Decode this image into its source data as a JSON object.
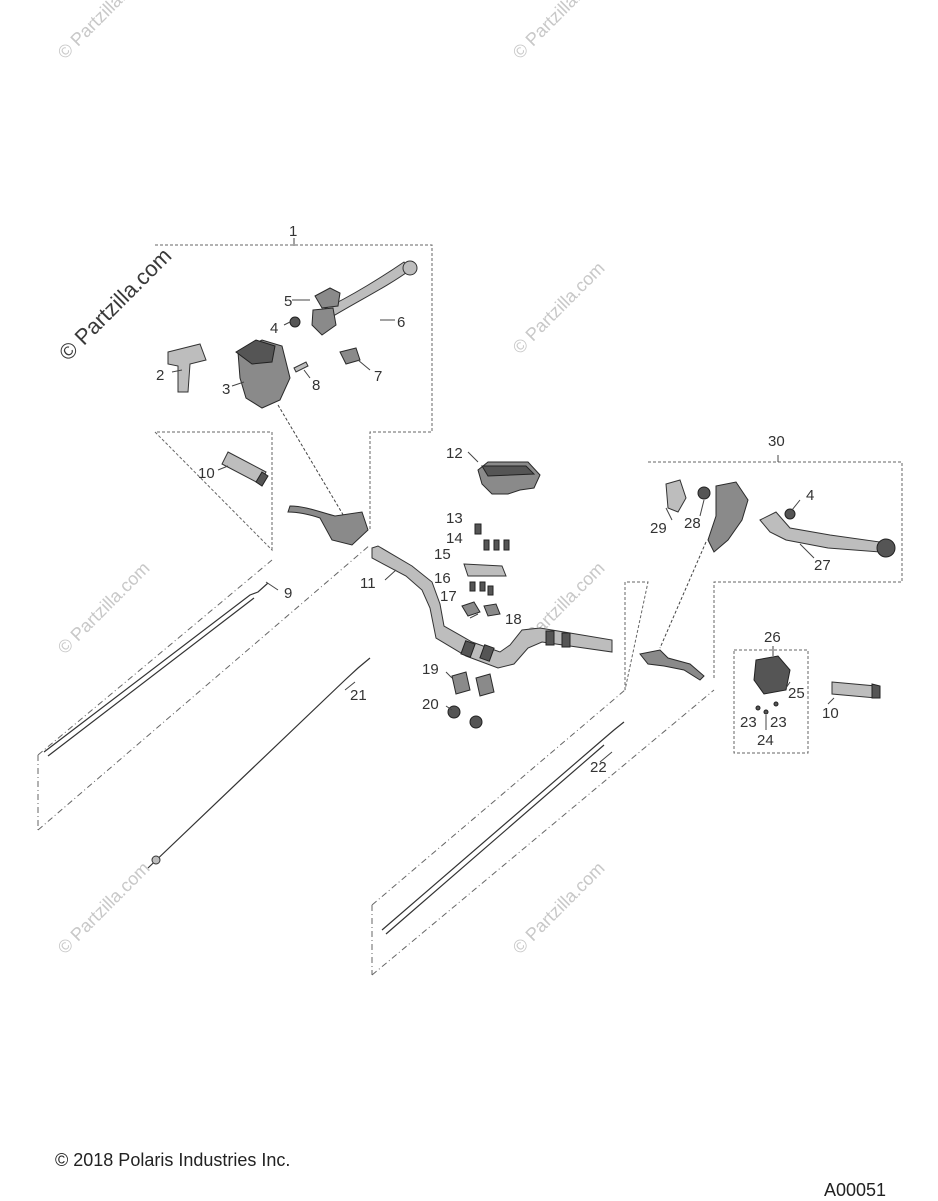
{
  "watermarks": {
    "main": "© Partzilla.com",
    "repeat": "© Partzilla.com"
  },
  "callouts": {
    "c1": "1",
    "c2": "2",
    "c3": "3",
    "c4a": "4",
    "c5": "5",
    "c6": "6",
    "c7": "7",
    "c8": "8",
    "c9": "9",
    "c10a": "10",
    "c11": "11",
    "c12": "12",
    "c13": "13",
    "c14": "14",
    "c15": "15",
    "c16": "16",
    "c17": "17",
    "c18": "18",
    "c19": "19",
    "c20": "20",
    "c21": "21",
    "c22": "22",
    "c23a": "23",
    "c23b": "23",
    "c24": "24",
    "c25": "25",
    "c26": "26",
    "c27": "27",
    "c28": "28",
    "c29": "29",
    "c30": "30",
    "c4b": "4",
    "c10b": "10"
  },
  "footer": {
    "copyright": "© 2018 Polaris Industries Inc.",
    "figure_id": "A00051"
  },
  "colors": {
    "line": "#333333",
    "watermark": "#c8c8c8",
    "part_fill": "#8a8a8a"
  }
}
